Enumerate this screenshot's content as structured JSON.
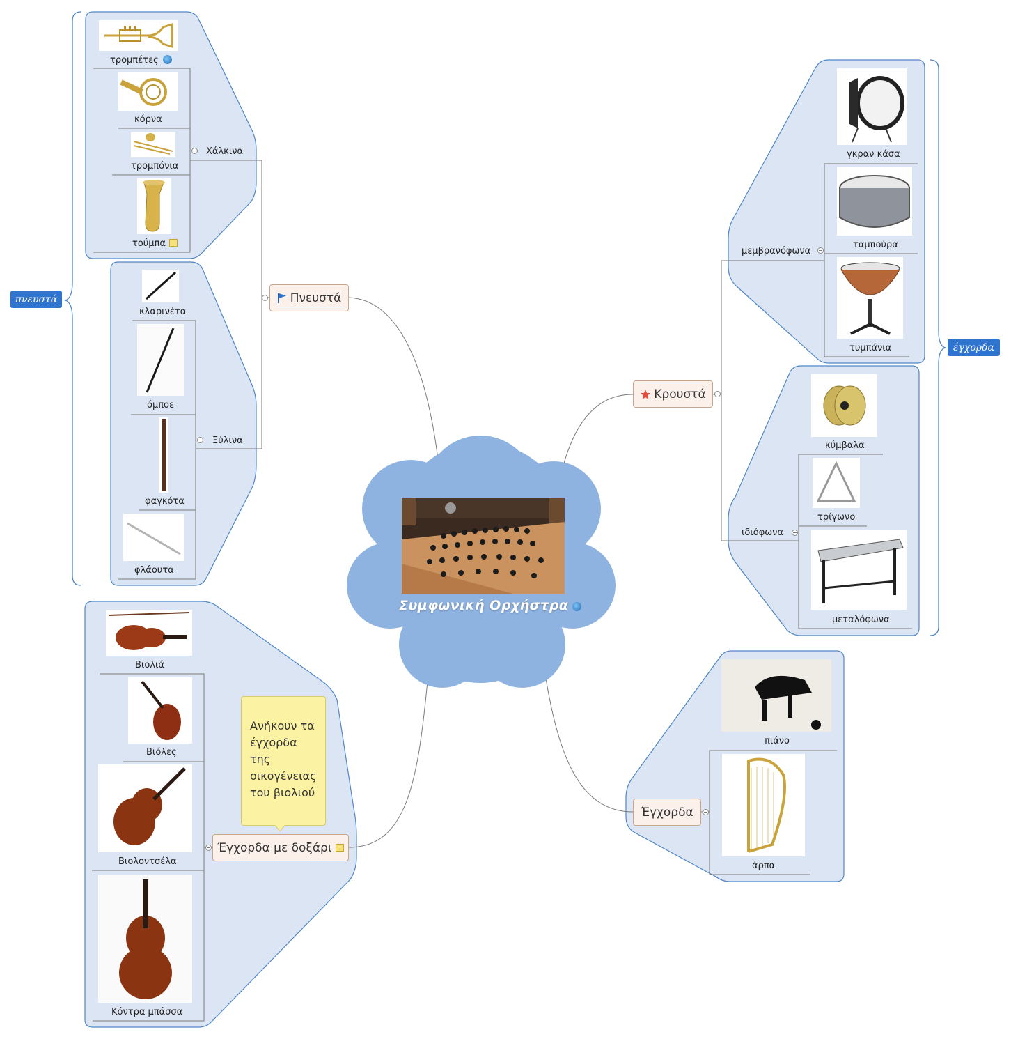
{
  "central": {
    "title": "Συμφωνική Ορχήστρα"
  },
  "boundaries": {
    "left": "πνευστά",
    "right": "έγχορδα"
  },
  "pneusta": {
    "label": "Πνευστά",
    "chalkina": {
      "label": "Χάλκινα",
      "items": [
        "τρομπέτες",
        "κόρνα",
        "τρομπόνια",
        "τούμπα"
      ]
    },
    "xylina": {
      "label": "Ξύλινα",
      "items": [
        "κλαρινέτα",
        "όμποε",
        "φαγκότα",
        "φλάουτα"
      ]
    }
  },
  "krousta": {
    "label": "Κρουστά",
    "membranophona": {
      "label": "μεμβρανόφωνα",
      "items": [
        "γκραν κάσα",
        "ταμπούρα",
        "τυμπάνια"
      ]
    },
    "idiophona": {
      "label": "ιδιόφωνα",
      "items": [
        "κύμβαλα",
        "τρίγωνο",
        "μεταλόφωνα"
      ]
    }
  },
  "egchorda": {
    "label": "Έγχορδα",
    "items": [
      "πιάνο",
      "άρπα"
    ]
  },
  "doxari": {
    "label": "Έγχορδα με δοξάρι",
    "note": "Ανήκουν τα έγχορδα της οικογένειας του βιολιού",
    "items": [
      "Βιολιά",
      "Βιόλες",
      "Βιολοντσέλα",
      "Κόντρα μπάσσα"
    ]
  },
  "colors": {
    "boundary_fill": "#dbe5f3",
    "boundary_stroke": "#4f86c6",
    "cloud": "#8fb3e0",
    "topic_fill": "#fbf1ea",
    "tag": "#2f75d0"
  },
  "icons": {
    "pneusta_marker": "blue-flag-icon",
    "krousta_marker": "red-star-icon",
    "hyperlink": "globe-icon",
    "note": "note-icon",
    "collapse": "collapse-icon"
  }
}
